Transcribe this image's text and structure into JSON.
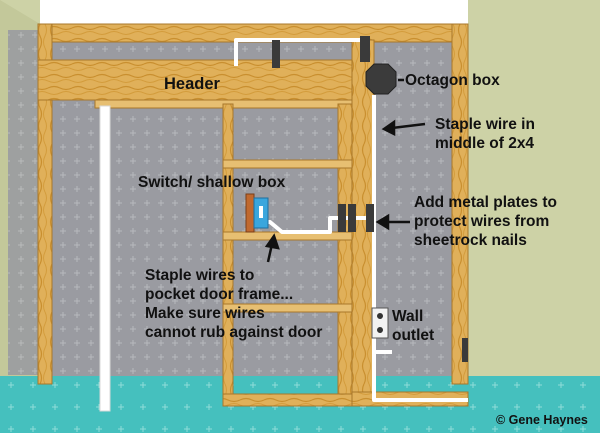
{
  "labels": {
    "header": "Header",
    "octagon_box": "Octagon box",
    "staple_wire": "Staple wire in\nmiddle of 2x4",
    "switch_box": "Switch/ shallow box",
    "metal_plates": "Add metal plates to\nprotect wires from\nsheetrock nails",
    "staple_pocket": "Staple wires to\npocket door frame...\nMake sure wires\ncannot rub against door",
    "wall_outlet": "Wall\noutlet",
    "copyright": "© Gene Haynes"
  },
  "colors": {
    "wall_paint": "#cdd2a6",
    "sheathing": "#9a9ba1",
    "wood": "#e0b05a",
    "floor": "#45c0be",
    "wire": "#ffffff",
    "metal_plate": "#3a3a3a",
    "switch_box": "#c0692f",
    "switch_plate": "#3aa6dd",
    "octagon_box": "#3b3b3b",
    "text": "#111111"
  }
}
